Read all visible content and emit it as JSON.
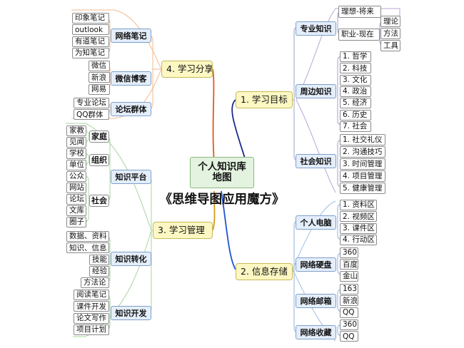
{
  "center": {
    "line1": "个人知识库",
    "line2": "地图"
  },
  "subtitle": "《思维导图应用魔方》",
  "branches": {
    "goal": {
      "title": "1. 学习目标",
      "professional": {
        "label": "专业知识",
        "future": "理想-将来",
        "present": "职业-现在",
        "present_items": [
          "理论",
          "方法",
          "工具"
        ]
      },
      "surrounding": {
        "label": "周边知识",
        "items": [
          "1. 哲学",
          "2. 科技",
          "3. 文化",
          "4. 政治",
          "5. 经济",
          "6. 历史",
          "7. 社会"
        ]
      },
      "social": {
        "label": "社会知识",
        "items": [
          "1. 社交礼仪",
          "2. 沟通技巧",
          "3. 时间管理",
          "4. 项目管理",
          "5. 健康管理"
        ]
      }
    },
    "storage": {
      "title": "2. 信息存储",
      "pc": {
        "label": "个人电脑",
        "items": [
          "1. 资料区",
          "2. 视频区",
          "3. 课件区",
          "4. 行动区"
        ]
      },
      "disk": {
        "label": "网络硬盘",
        "items": [
          "360",
          "百度",
          "金山"
        ]
      },
      "mail": {
        "label": "网络邮箱",
        "items": [
          "163",
          "新浪",
          "QQ"
        ]
      },
      "fav": {
        "label": "网络收藏",
        "items": [
          "360",
          "QQ"
        ]
      }
    },
    "manage": {
      "title": "3. 学习管理",
      "platform": {
        "label": "知识平台",
        "groups": [
          {
            "label": "家庭",
            "items": [
              "家教",
              "见闻"
            ]
          },
          {
            "label": "组织",
            "items": [
              "学校",
              "单位"
            ]
          },
          {
            "label": "社会",
            "items": [
              "公众",
              "网站",
              "论坛",
              "文库",
              "圈子"
            ]
          }
        ]
      },
      "transform": {
        "label": "知识转化",
        "items": [
          "数据、资料",
          "知识、信息",
          "技能",
          "经验",
          "方法论"
        ]
      },
      "develop": {
        "label": "知识开发",
        "items": [
          "阅读笔记",
          "课件开发",
          "论文写作",
          "项目计划"
        ]
      }
    },
    "share": {
      "title": "4. 学习分享",
      "notes": {
        "label": "网络笔记",
        "items": [
          "印象笔记",
          "outlook",
          "有道笔记",
          "为知笔记"
        ]
      },
      "blog": {
        "label": "微信博客",
        "items": [
          "微信",
          "新浪",
          "网易"
        ]
      },
      "forum": {
        "label": "论坛群体",
        "items": [
          "专业论坛",
          "QQ群体"
        ]
      }
    }
  }
}
